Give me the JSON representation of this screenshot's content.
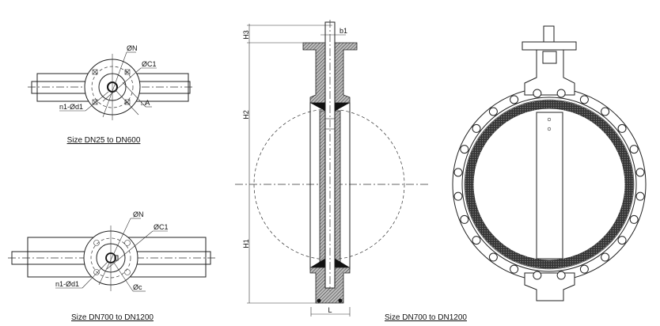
{
  "top_view_small": {
    "caption": "Size DN25 to DN600",
    "labels": {
      "n": "ØN",
      "c1": "ØC1",
      "holes": "n1-Ød1",
      "square": "□A"
    }
  },
  "top_view_large": {
    "caption": "Size DN700 to DN1200",
    "labels": {
      "n": "ØN",
      "c1": "ØC1",
      "holes": "n1-Ød1",
      "c": "Øc"
    }
  },
  "side_view": {
    "dimensions": {
      "h1": "H1",
      "h2": "H2",
      "h3": "H3",
      "b1": "b1",
      "l": "L"
    }
  },
  "front_view": {
    "caption": "Size DN700 to DN1200",
    "bolt_hole_count": 24
  }
}
